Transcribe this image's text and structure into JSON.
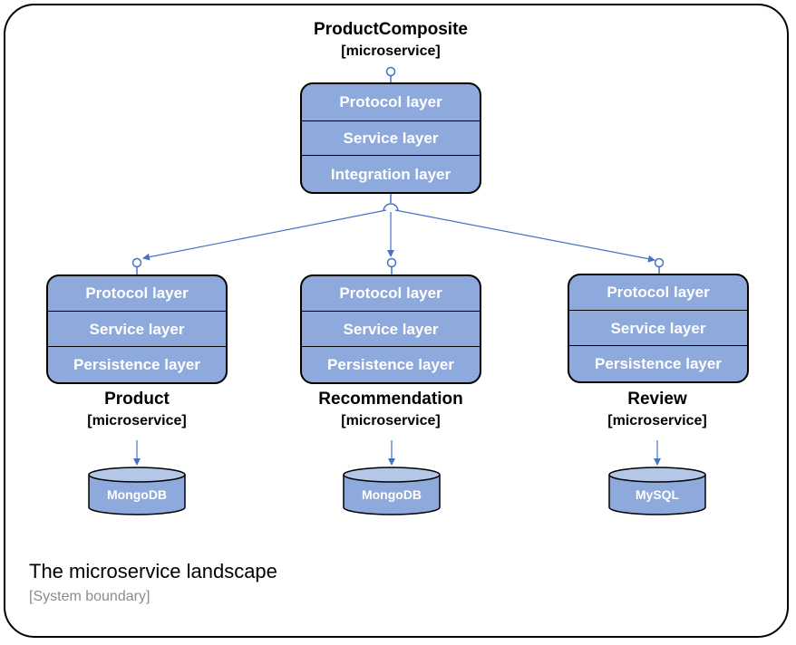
{
  "composite": {
    "name": "ProductComposite",
    "type": "[microservice]",
    "layers": [
      "Protocol layer",
      "Service layer",
      "Integration layer"
    ]
  },
  "services": [
    {
      "name": "Product",
      "type": "[microservice]",
      "layers": [
        "Protocol layer",
        "Service layer",
        "Persistence layer"
      ],
      "db": "MongoDB"
    },
    {
      "name": "Recommendation",
      "type": "[microservice]",
      "layers": [
        "Protocol layer",
        "Service layer",
        "Persistence layer"
      ],
      "db": "MongoDB"
    },
    {
      "name": "Review",
      "type": "[microservice]",
      "layers": [
        "Protocol layer",
        "Service layer",
        "Persistence layer"
      ],
      "db": "MySQL"
    }
  ],
  "boundary": {
    "title": "The microservice landscape",
    "subtitle": "[System boundary]"
  },
  "colors": {
    "box_fill": "#8ea9db",
    "wire": "#4472c4",
    "text_light": "#ffffff"
  }
}
